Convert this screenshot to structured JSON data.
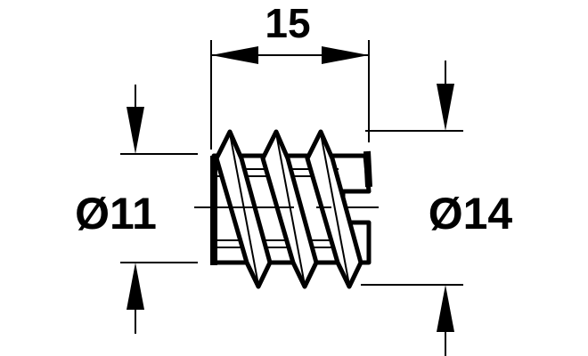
{
  "drawing": {
    "length_label": "15",
    "inner_diameter_label": "Ø11",
    "outer_diameter_label": "Ø14",
    "line_color": "#000000"
  }
}
